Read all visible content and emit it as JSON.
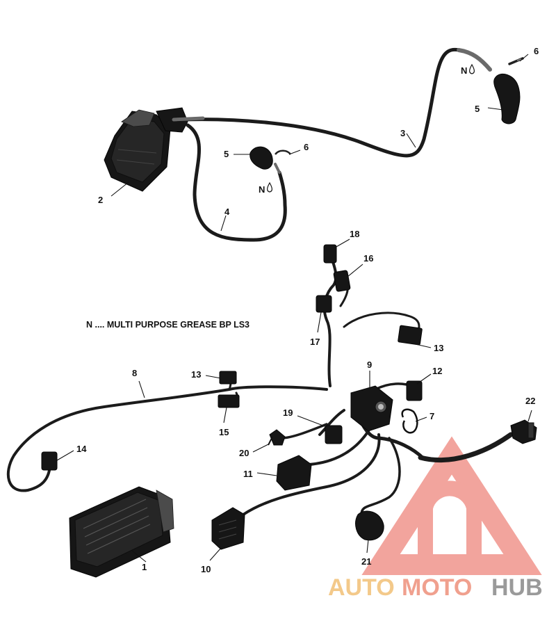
{
  "note": "N .... MULTI PURPOSE GREASE BP LS3",
  "grease_symbol": "N",
  "callouts": [
    "1",
    "2",
    "3",
    "4",
    "5",
    "5",
    "6",
    "6",
    "7",
    "8",
    "9",
    "10",
    "11",
    "12",
    "13",
    "13",
    "14",
    "15",
    "16",
    "17",
    "18",
    "19",
    "20",
    "21",
    "22"
  ],
  "watermark": {
    "part1": "AUTO",
    "part2": "MOTO",
    "part3": "HUB",
    "color_auto": "#f3c98a",
    "color_moto": "#f0a08e",
    "color_hub": "#9a9a9a",
    "logo_color": "#ee8a82"
  },
  "colors": {
    "wire": "#1b1b1b",
    "component": "#262626",
    "label": "#111111",
    "background": "#ffffff"
  }
}
